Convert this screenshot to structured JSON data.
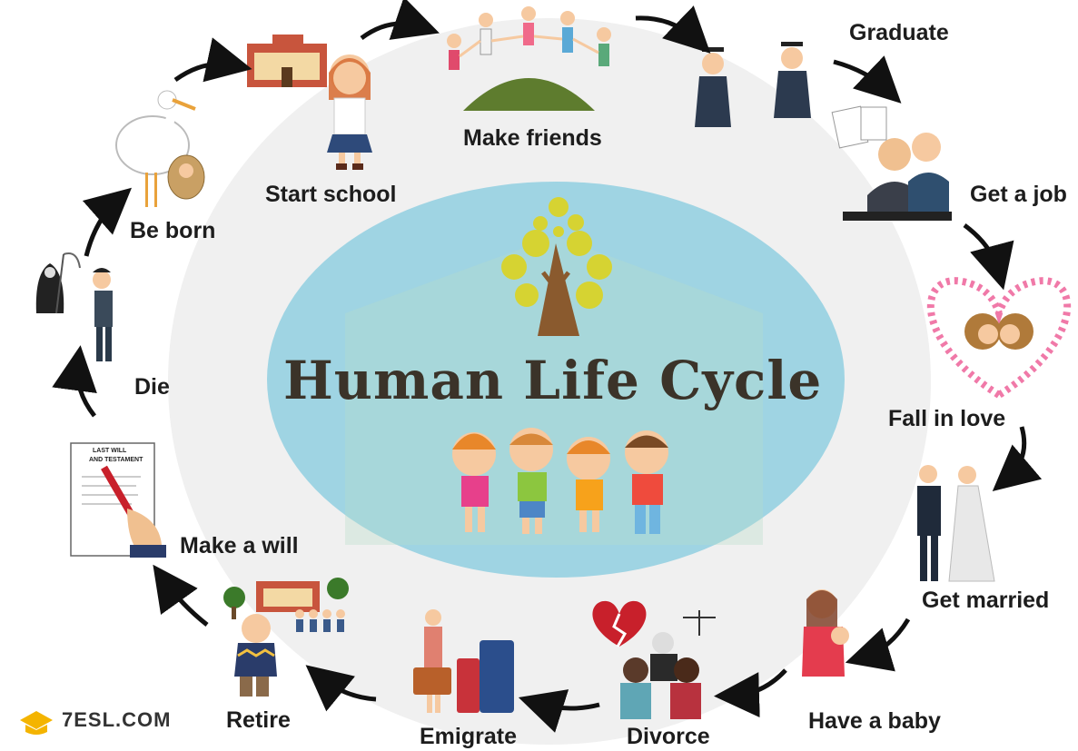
{
  "title": "Human Life Cycle",
  "brand": "7ESL.COM",
  "will_document_text": [
    "LAST WILL",
    "AND TESTAMENT"
  ],
  "stages": [
    {
      "label": "Be born"
    },
    {
      "label": "Start school"
    },
    {
      "label": "Make friends"
    },
    {
      "label": "Graduate"
    },
    {
      "label": "Get a job"
    },
    {
      "label": "Fall in love"
    },
    {
      "label": "Get married"
    },
    {
      "label": "Have a baby"
    },
    {
      "label": "Divorce"
    },
    {
      "label": "Emigrate"
    },
    {
      "label": "Retire"
    },
    {
      "label": "Make a will"
    },
    {
      "label": "Die"
    }
  ],
  "colors": {
    "ring": "#eeeeee",
    "ellipse": "#9dd3e2",
    "title": "#3b3329",
    "tree_leaves": "#d6d332",
    "tree_trunk": "#8a5a2e",
    "arrow": "#111111",
    "logo": "#f4b400"
  }
}
